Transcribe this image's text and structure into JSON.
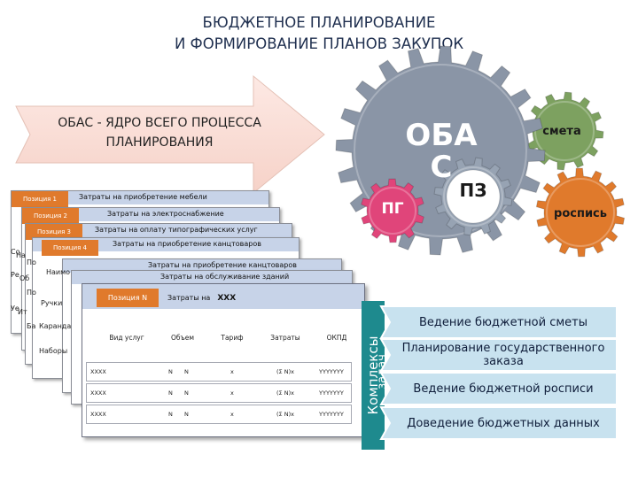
{
  "title": {
    "line1": "БЮДЖЕТНОЕ ПЛАНИРОВАНИЕ",
    "line2": "И ФОРМИРОВАНИЕ ПЛАНОВ ЗАКУПОК"
  },
  "arrow": {
    "line1": "ОБАС - ЯДРО ВСЕГО ПРОЦЕССА",
    "line2": "ПЛАНИРОВАНИЯ"
  },
  "gears": {
    "main_line1": "ОБА",
    "main_line2": "С",
    "pz": "ПЗ",
    "pg": "ПГ",
    "smeta": "смета",
    "rospis": "роспись"
  },
  "cards": [
    {
      "tab": "Позиция 1",
      "title": "Затраты на приобретение мебели"
    },
    {
      "tab": "Позиция 2",
      "title": "Затраты на электроснабжение"
    },
    {
      "tab": "Позиция 3",
      "title": "Затраты на оплату типографических услуг"
    },
    {
      "tab": "Позиция 4",
      "title": "Затраты на приобретение канцтоваров"
    },
    {
      "tab": "",
      "title": "Затраты на приобретение канцтоваров"
    },
    {
      "tab": "",
      "title": "Затраты на обслуживание зданий"
    }
  ],
  "fragments": {
    "f_so": "Со",
    "f_na": "На",
    "f_re": "Ре",
    "f_ob": "Об",
    "f_po": "По",
    "f_po2": "По",
    "f_ue": "Уе",
    "f_it": "Ит",
    "f_naim": "Наимо",
    "f_ruchki": "Ручки",
    "f_ba": "Ба",
    "f_karanda": "Каранда",
    "f_nabory": "Наборы"
  },
  "main_card": {
    "tab": "Позиция N",
    "title_prefix": "Затраты на",
    "title_value": "XXX",
    "columns": [
      "Вид услуг",
      "Объем",
      "Тариф",
      "Затраты",
      "ОКПД"
    ],
    "rows": [
      {
        "name": "XXXX",
        "a": "N",
        "b": "N",
        "c": "x",
        "d": "(Σ N)x",
        "code": "YYYYYYY"
      },
      {
        "name": "XXXX",
        "a": "N",
        "b": "N",
        "c": "x",
        "d": "(Σ N)x",
        "code": "YYYYYYY"
      },
      {
        "name": "XXXX",
        "a": "N",
        "b": "N",
        "c": "x",
        "d": "(Σ N)x",
        "code": "YYYYYYY"
      }
    ]
  },
  "vertical": {
    "main": "Комплексы",
    "sub": "задач"
  },
  "steps": [
    "Ведение бюджетной сметы",
    "Планирование государственного заказа",
    "Ведение бюджетной росписи",
    "Доведение бюджетных данных"
  ],
  "colors": {
    "title": "#1f2f4f",
    "arrow_fill": "#fbe4de",
    "gear_main": "#8a95a6",
    "gear_pz": "#97a3b3",
    "gear_pg": "#e0457a",
    "gear_smeta": "#7da160",
    "gear_rospis": "#e07a2c",
    "card_header": "#c7d3e8",
    "tab_orange": "#e07a2c",
    "teal": "#1e8a8e",
    "step_fill": "#c8e2ef"
  }
}
